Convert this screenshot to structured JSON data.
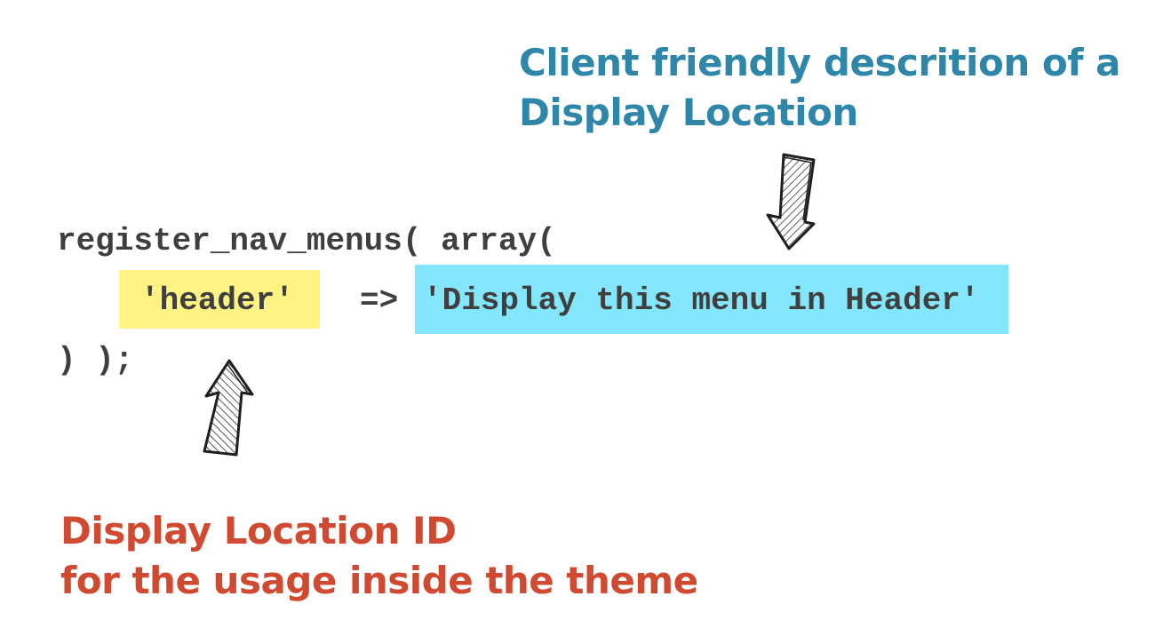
{
  "annotations": {
    "description": {
      "line1": "Client friendly descrition of a",
      "line2": "Display Location",
      "color": "#2e86a8"
    },
    "location_id": {
      "line1": "Display Location ID",
      "line2": "for the usage inside the theme",
      "color": "#cf4a30"
    }
  },
  "code": {
    "line1": "register_nav_menus( array(",
    "key": "'header'",
    "operator": "=>",
    "value": "'Display this menu in Header'",
    "line3": ") );"
  },
  "highlights": {
    "key_color": "#fff383",
    "value_color": "#84e6fa"
  },
  "icons": {
    "down_arrow": "hand-drawn-down-arrow-icon",
    "up_arrow": "hand-drawn-up-arrow-icon"
  }
}
